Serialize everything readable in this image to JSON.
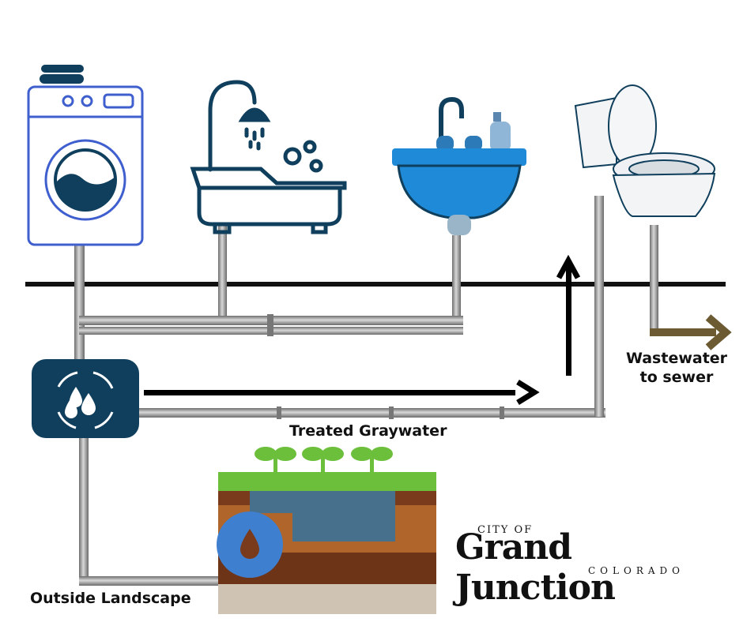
{
  "labels": {
    "treated_graywater": "Treated Graywater",
    "wastewater_line1": "Wastewater",
    "wastewater_line2": "to sewer",
    "outside_landscape": "Outside Landscape"
  },
  "logo": {
    "city_of": "CITY OF",
    "name": "Grand Junction",
    "state": "COLORADO"
  },
  "icons": {
    "washer": "washing-machine-icon",
    "bathtub": "bathtub-shower-icon",
    "sink": "sink-icon",
    "toilet": "toilet-icon",
    "treatment": "water-recycle-icon",
    "landscape": "soil-plants-icon"
  },
  "colors": {
    "navy": "#0f3f5c",
    "blue": "#3f7fcf",
    "pipe": "#8a8a8a",
    "arrow_waste": "#6b5a32",
    "grass": "#6cbf3a"
  }
}
